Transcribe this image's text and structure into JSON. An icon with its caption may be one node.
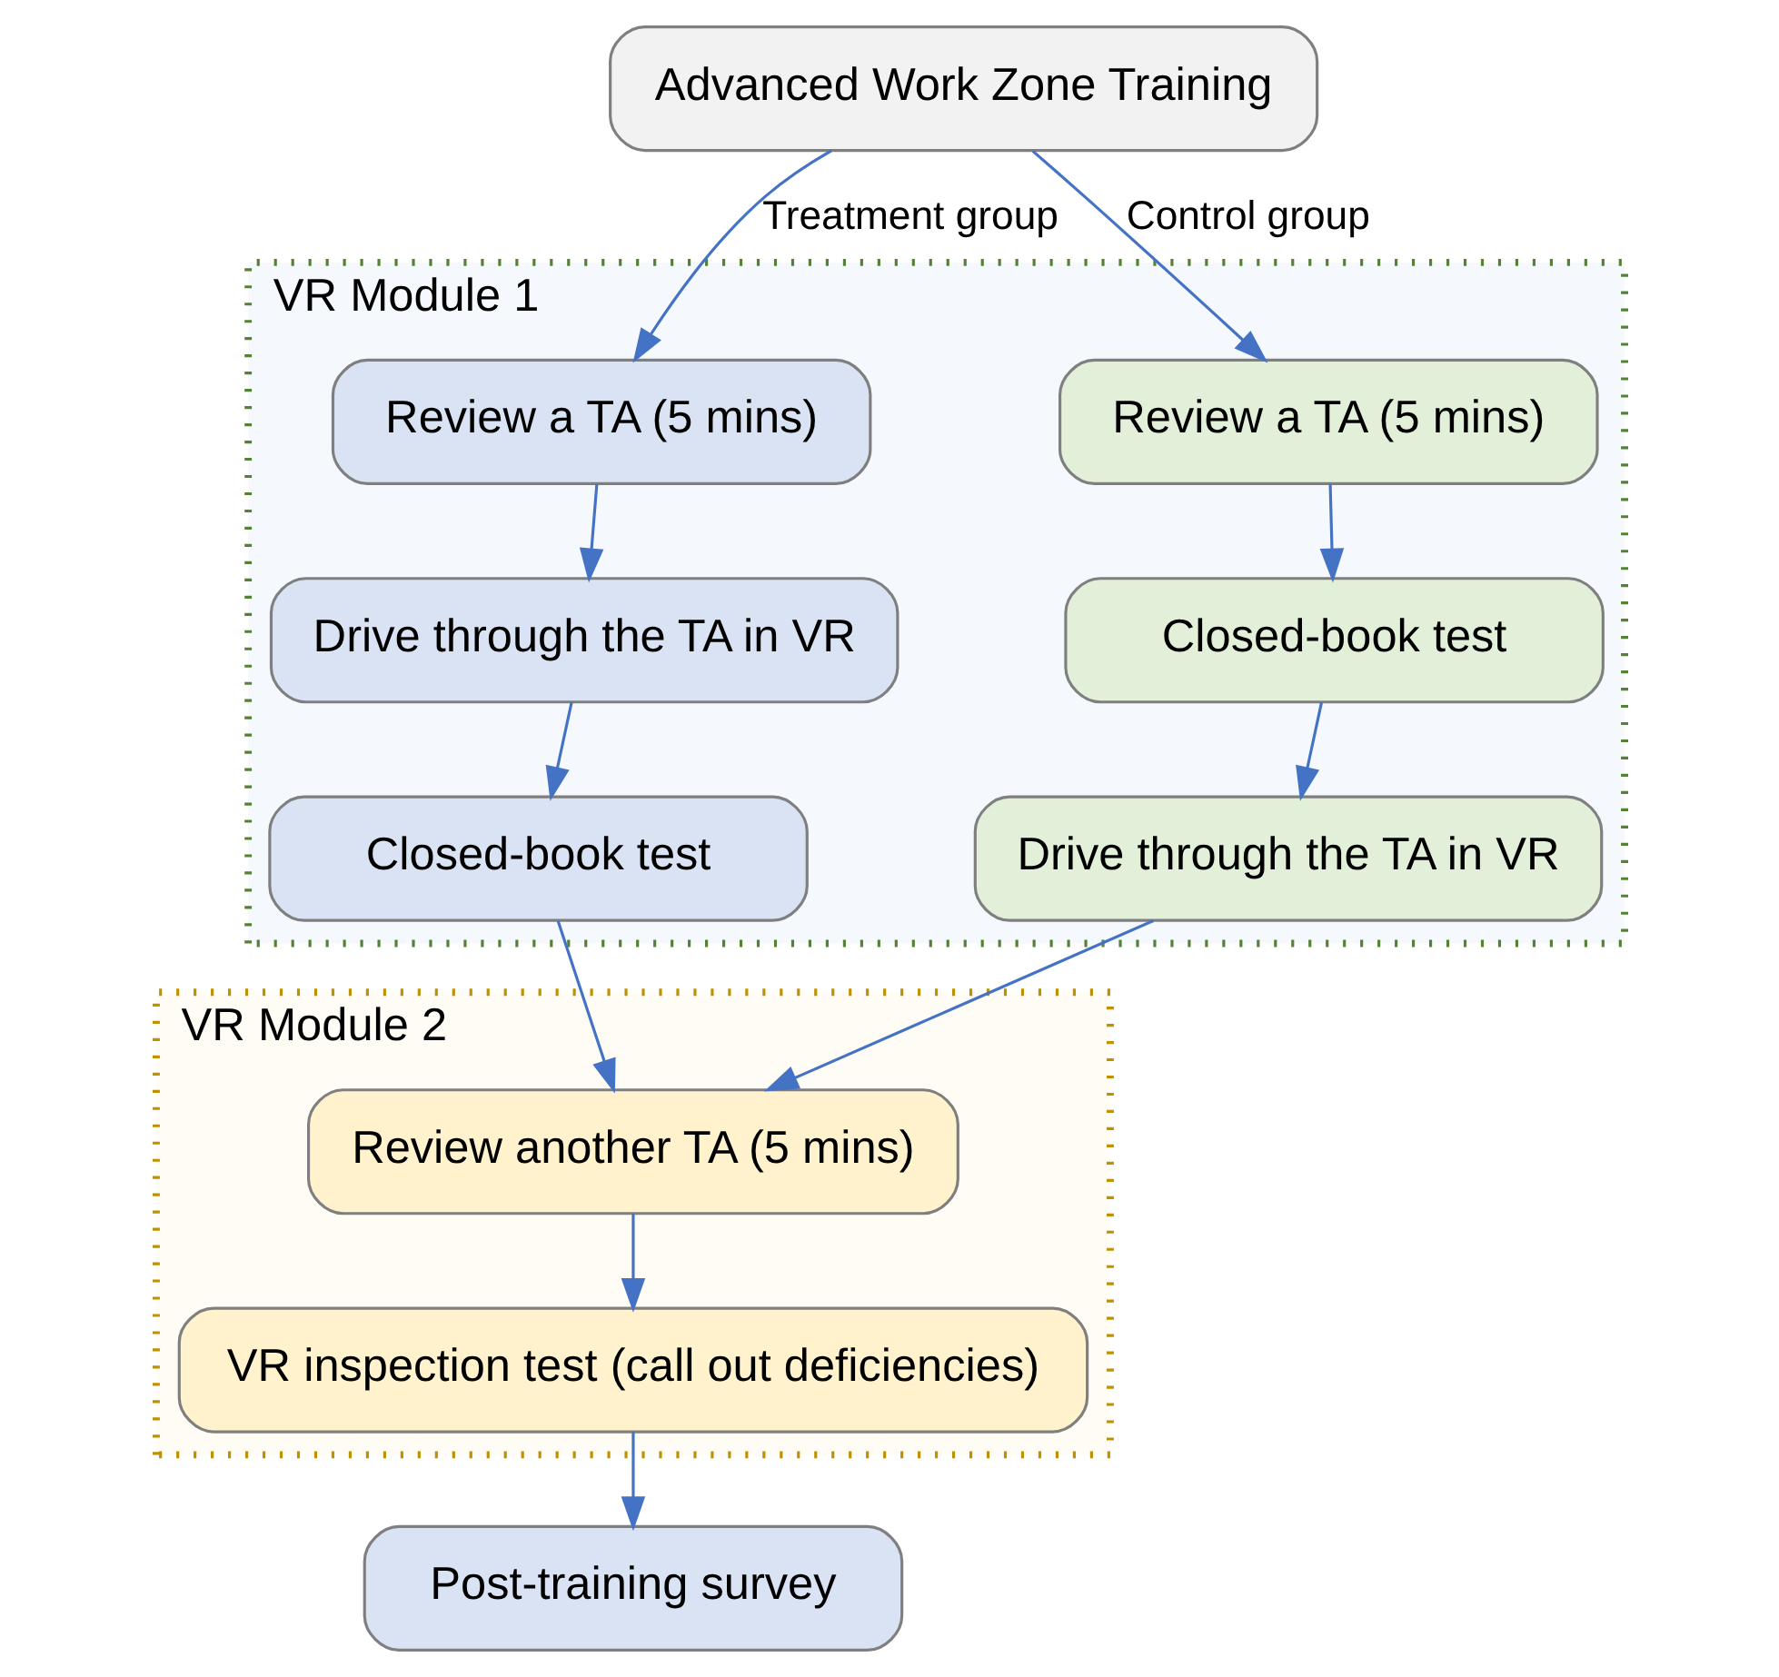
{
  "diagram": {
    "nodes": [
      {
        "text": [
          "Advanced Work Zone Training"
        ]
      },
      {
        "text": [
          "VR Module 1"
        ]
      },
      {
        "text": [
          "Review a TA (5 mins)"
        ],
        "in": 1
      },
      {
        "text": [
          "Drive through the TA in VR"
        ],
        "in": 1
      },
      {
        "text": [
          "Closed-book test"
        ],
        "in": 1
      },
      {
        "text": [
          "Review a TA (5 mins)"
        ],
        "in": 1
      },
      {
        "text": [
          "Closed-book test"
        ],
        "in": 1
      },
      {
        "text": [
          "Drive through the TA in VR"
        ],
        "in": 1
      },
      {
        "text": [
          "VR Module 2"
        ]
      },
      {
        "text": [
          "Review another TA (5 mins)"
        ],
        "in": 8
      },
      {
        "text": [
          "VR inspection test (call out deficiencies)"
        ],
        "in": 8
      },
      {
        "text": [
          "Post-training survey"
        ]
      }
    ],
    "edges": [
      {
        "from": 0,
        "to": 2,
        "arrow": "to",
        "label": "Treatment group"
      },
      {
        "from": 0,
        "to": 5,
        "arrow": "to",
        "label": "Control group"
      },
      {
        "from": 2,
        "to": 3,
        "arrow": "to"
      },
      {
        "from": 3,
        "to": 4,
        "arrow": "to"
      },
      {
        "from": 5,
        "to": 6,
        "arrow": "to"
      },
      {
        "from": 6,
        "to": 7,
        "arrow": "to"
      },
      {
        "from": 4,
        "to": 9,
        "arrow": "to"
      },
      {
        "from": 7,
        "to": 9,
        "arrow": "to"
      },
      {
        "from": 9,
        "to": 10,
        "arrow": "to"
      },
      {
        "from": 10,
        "to": 11,
        "arrow": "to"
      }
    ]
  }
}
